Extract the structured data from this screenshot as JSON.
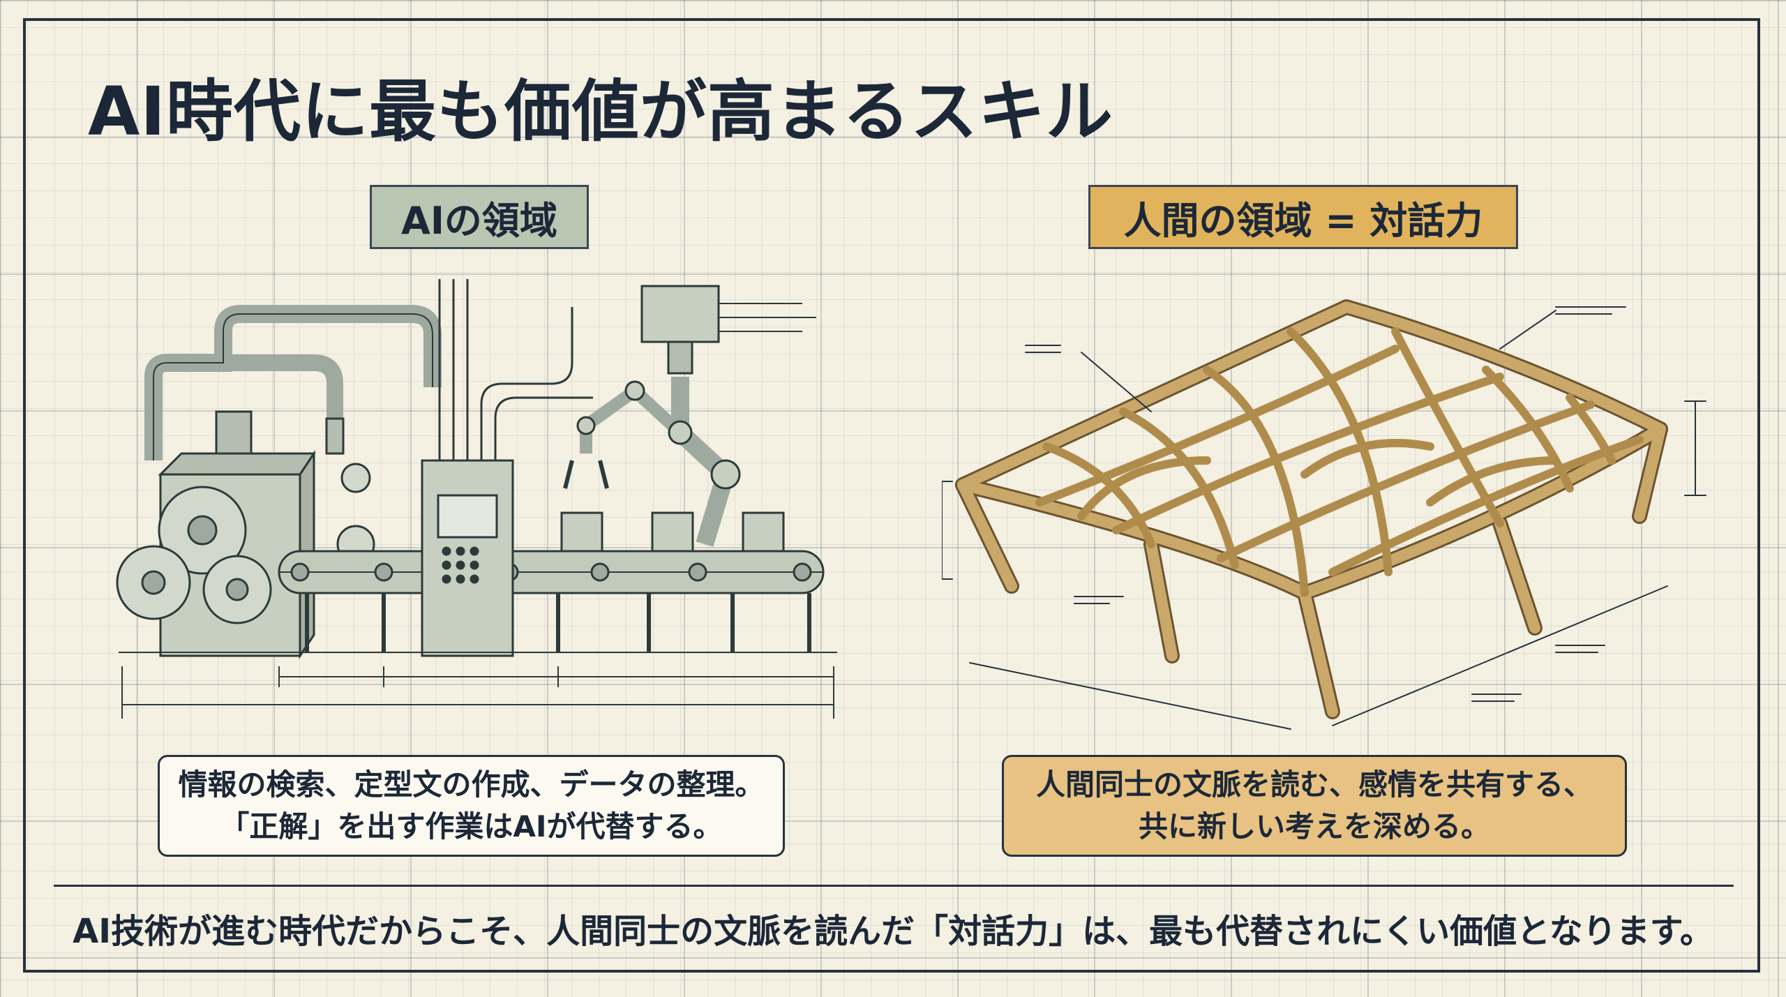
{
  "title": "AI時代に最も価値が高まるスキル",
  "left": {
    "label": "AIの領域",
    "description": [
      "情報の検索、定型文の作成、データの整理。",
      "「正解」を出す作業はAIが代替する。"
    ],
    "illustration": "factory-conveyor-robot-arm"
  },
  "right": {
    "label": "人間の領域 = 対話力",
    "description": [
      "人間同士の文脈を読む、感情を共有する、",
      "共に新しい考えを深める。"
    ],
    "illustration": "organic-wooden-lattice-structure"
  },
  "footer": "AI技術が進む時代だからこそ、人間同士の文脈を読んだ「対話力」は、最も代替されにくい価値となります。",
  "colors": {
    "background": "#f4f0e2",
    "ink": "#1c2838",
    "ai_label": "#b8c6b2",
    "human_label": "#e0b35c",
    "human_box": "#e8c282",
    "machine": "#c6cfc0",
    "wood": "#c9a86a"
  }
}
